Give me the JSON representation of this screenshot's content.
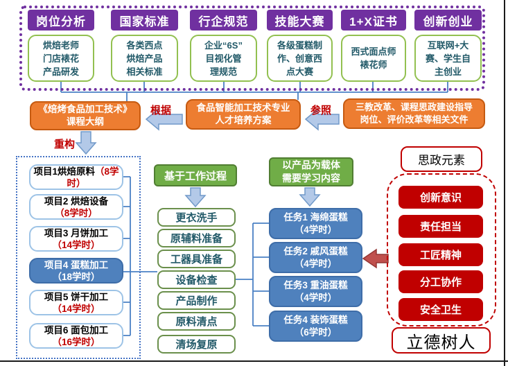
{
  "top_sources": {
    "columns": [
      {
        "header": "岗位分析",
        "body": "烘焙老师\n门店裱花\n产品研发"
      },
      {
        "header": "国家标准",
        "body": "各类西点\n烘焙产品\n相关标准"
      },
      {
        "header": "行企规范",
        "body": "企业“6S”\n目视化管\n理规范"
      },
      {
        "header": "技能大赛",
        "body": "各级蛋糕制\n作、创意西\n点大赛"
      },
      {
        "header": "1+X证书",
        "body": "西式面点师\n裱花师"
      },
      {
        "header": "创新创业",
        "body": "互联网+大\n赛、学生自\n主创业"
      }
    ]
  },
  "derivation": {
    "syllabus_box": "《焙烤食品加工技术》\n课程大纲",
    "based_on_label": "根据",
    "plan_box": "食品智能加工技术专业\n人才培养方案",
    "refer_label": "参照",
    "policy_box": "三教改革、课程思政建设指导\n岗位、评价改革等相关文件",
    "rebuild_label": "重构"
  },
  "projects": {
    "items": [
      {
        "name": "项目1烘焙原料",
        "hours": "（8学时）"
      },
      {
        "name": "项目2 烘焙设备",
        "hours": "（8学时）"
      },
      {
        "name": "项目3 月饼加工",
        "hours": "（14学时）"
      },
      {
        "name": "项目4 蛋糕加工",
        "hours": "（18学时）"
      },
      {
        "name": "项目5 饼干加工",
        "hours": "（14学时）"
      },
      {
        "name": "项目6 面包加工",
        "hours": "（16学时）"
      }
    ]
  },
  "process": {
    "header": "基于工作过程",
    "steps": [
      "更衣洗手",
      "原辅料准备",
      "工器具准备",
      "设备检查",
      "产品制作",
      "原料清点",
      "清场复原"
    ]
  },
  "tasks": {
    "header": "以产品为载体\n需要学习内容",
    "items": [
      {
        "name": "任务1 海绵蛋糕",
        "hours": "（4学时）"
      },
      {
        "name": "任务2 戚风蛋糕",
        "hours": "（4学时）"
      },
      {
        "name": "任务3 重油蛋糕",
        "hours": "（4学时）"
      },
      {
        "name": "任务4 装饰蛋糕",
        "hours": "（6学时）"
      }
    ]
  },
  "ideology": {
    "header": "思政元素",
    "items": [
      "创新意识",
      "责任担当",
      "工匠精神",
      "分工协作",
      "安全卫生"
    ],
    "footer": "立德树人"
  },
  "colors": {
    "purple": "#7030A0",
    "orange": "#ED7D31",
    "green": "#70AD47",
    "blue": "#4F81BD",
    "red": "#C00000",
    "arrow_blue_fill": "#B3C9E8",
    "arrow_red_fill": "#C0504D",
    "connector_blue": "#4A80C4",
    "teal_text": "#215968",
    "light_blue_border": "#9DC3E6",
    "olive_border": "#92C050"
  }
}
